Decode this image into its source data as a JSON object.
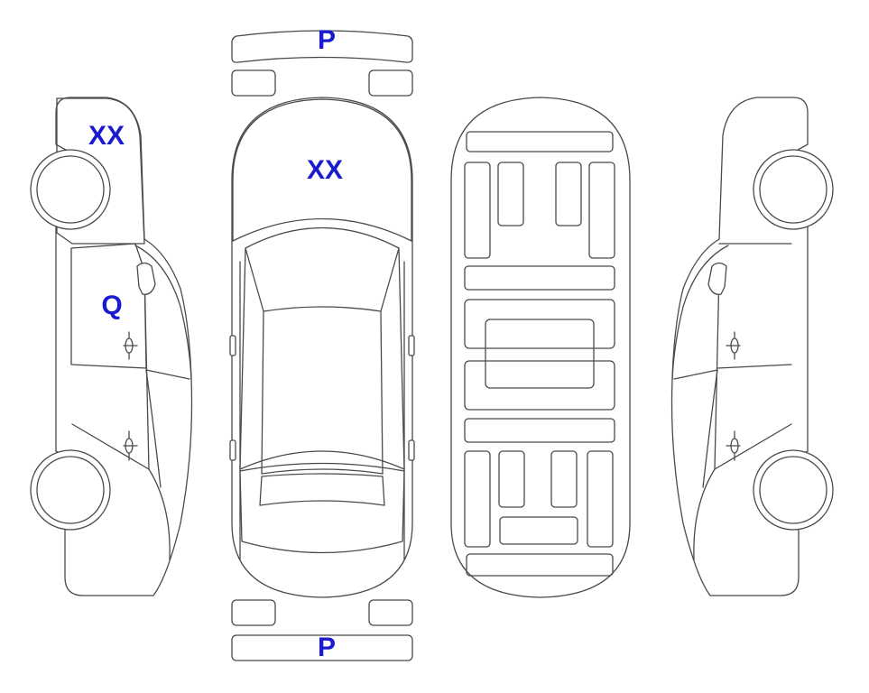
{
  "colors": {
    "dent": "#f9a62a",
    "glass": "#dff5fb",
    "label": "#1a1ad0",
    "outline": "#4a4a4a"
  },
  "marks": {
    "front_bumper": "P",
    "rear_bumper": "P",
    "windshield_top": "XX",
    "windshield_left": "XX",
    "door_left": "Q"
  }
}
